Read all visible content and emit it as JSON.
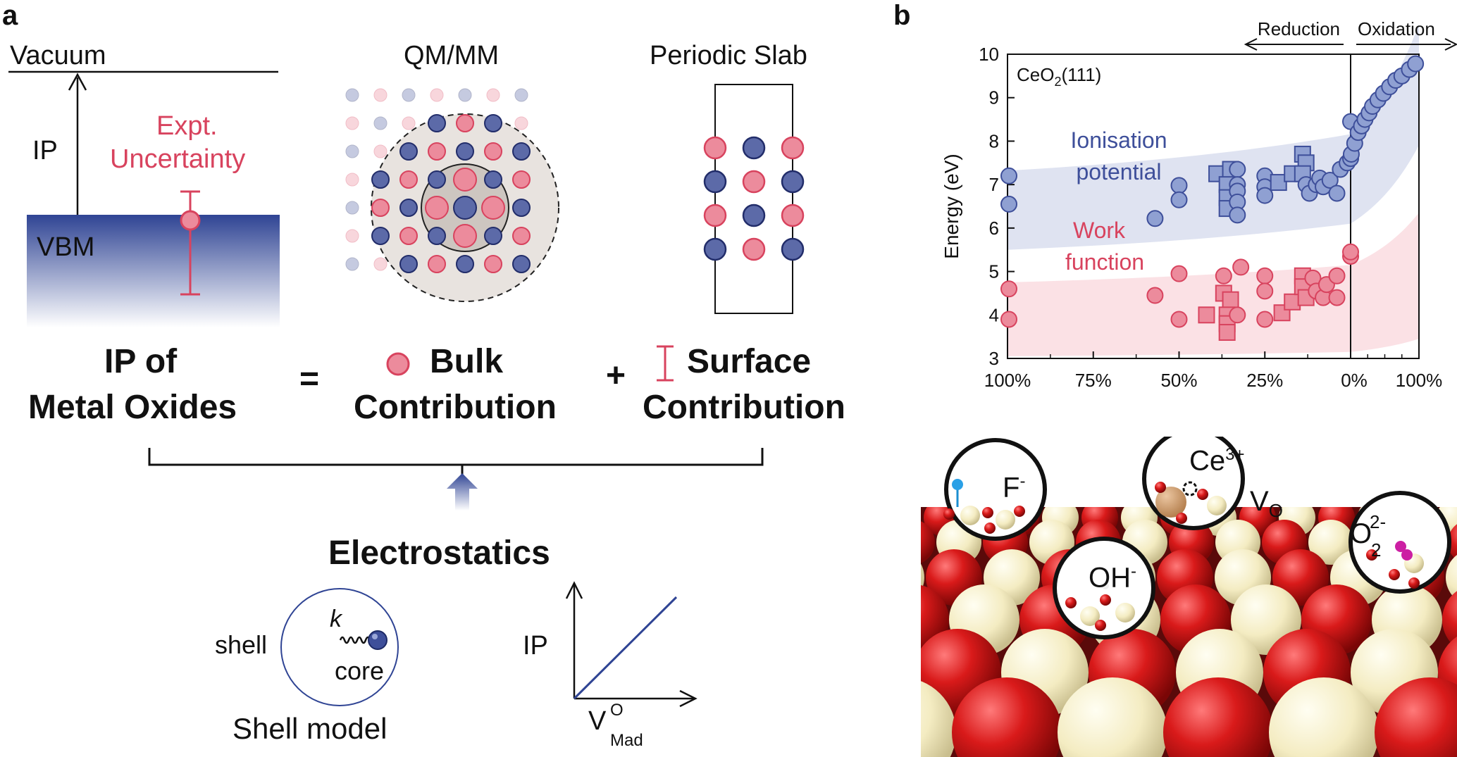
{
  "panel_a": {
    "letter": "a",
    "vacuum": "Vacuum",
    "ip": "IP",
    "vbm": "VBM",
    "expt_uncertainty_line1": "Expt.",
    "expt_uncertainty_line2": "Uncertainty",
    "qmmm_title": "QM/MM",
    "slab_title": "Periodic Slab",
    "eq_left_line1": "IP of",
    "eq_left_line2": "Metal Oxides",
    "equals": "=",
    "bulk_line1": "Bulk",
    "bulk_line2": "Contribution",
    "plus": "+",
    "surface_line1": "Surface",
    "surface_line2": "Contribution",
    "electrostatics": "Electrostatics",
    "shell": "shell",
    "core": "core",
    "spring_k": "k",
    "shell_model": "Shell model",
    "plot_ip": "IP",
    "plot_x_main": "V",
    "plot_x_sup": "O",
    "plot_x_sub": "Mad"
  },
  "panel_b": {
    "letter": "b",
    "reduction": "Reduction",
    "oxidation": "Oxidation",
    "surface_label_main": "CeO",
    "surface_label_sub": "2",
    "surface_label_tail": "(111)",
    "band_ip_line1": "Ionisation",
    "band_ip_line2": "potential",
    "band_wf_line1": "Work",
    "band_wf_line2": "function",
    "inset_f": "F",
    "inset_f_sup": "-",
    "inset_ce": "Ce",
    "inset_ce_sup": "3+",
    "inset_vo": "V",
    "inset_vo_sub": "O",
    "inset_oh": "OH",
    "inset_oh_sup": "-",
    "inset_o2": "O",
    "inset_o2_sup": "2-",
    "inset_o2_sub": "2"
  },
  "colors": {
    "blue": "#3e4f9a",
    "red": "#d8435e",
    "blue_fill": "#8fa0d2",
    "red_fill": "#ec8b9c",
    "blue_band": "#dfe3f1",
    "red_band": "#fbe1e5"
  },
  "chart_data": {
    "type": "scatter",
    "title": "",
    "xlabel": "",
    "ylabel": "Energy (eV)",
    "ylim": [
      3,
      10
    ],
    "yticks": [
      3,
      4,
      5,
      6,
      7,
      8,
      9,
      10
    ],
    "xtick_labels": [
      "100%",
      "75%",
      "50%",
      "25%",
      "0%",
      "100%"
    ],
    "x_axis_note": "x = percent reduction left of 0% (Reduction), percent oxidation right of 0% (Oxidation)",
    "series": [
      {
        "name": "Ionisation potential",
        "points": [
          {
            "x": -100,
            "y": 7.2,
            "m": "c"
          },
          {
            "x": -100,
            "y": 6.55,
            "m": "c"
          },
          {
            "x": -57,
            "y": 6.22,
            "m": "c"
          },
          {
            "x": -50,
            "y": 6.98,
            "m": "c"
          },
          {
            "x": -50,
            "y": 6.65,
            "m": "c"
          },
          {
            "x": -39,
            "y": 7.25,
            "m": "s"
          },
          {
            "x": -35,
            "y": 7.35,
            "m": "s"
          },
          {
            "x": -36,
            "y": 7.0,
            "m": "s"
          },
          {
            "x": -36,
            "y": 6.7,
            "m": "s"
          },
          {
            "x": -36,
            "y": 6.45,
            "m": "s"
          },
          {
            "x": -33,
            "y": 7.35,
            "m": "c"
          },
          {
            "x": -33,
            "y": 7.0,
            "m": "c"
          },
          {
            "x": -33,
            "y": 6.85,
            "m": "c"
          },
          {
            "x": -33,
            "y": 6.6,
            "m": "c"
          },
          {
            "x": -33,
            "y": 6.3,
            "m": "c"
          },
          {
            "x": -25,
            "y": 7.2,
            "m": "c"
          },
          {
            "x": -25,
            "y": 6.95,
            "m": "c"
          },
          {
            "x": -25,
            "y": 6.75,
            "m": "c"
          },
          {
            "x": -21,
            "y": 7.05,
            "m": "s"
          },
          {
            "x": -17,
            "y": 7.25,
            "m": "s"
          },
          {
            "x": -14,
            "y": 7.7,
            "m": "s"
          },
          {
            "x": -13,
            "y": 7.5,
            "m": "s"
          },
          {
            "x": -14,
            "y": 7.25,
            "m": "s"
          },
          {
            "x": -13,
            "y": 7.0,
            "m": "c"
          },
          {
            "x": -12,
            "y": 6.8,
            "m": "c"
          },
          {
            "x": -10,
            "y": 7.0,
            "m": "c"
          },
          {
            "x": -9,
            "y": 7.15,
            "m": "c"
          },
          {
            "x": -8,
            "y": 6.95,
            "m": "c"
          },
          {
            "x": -6,
            "y": 7.1,
            "m": "c"
          },
          {
            "x": -4,
            "y": 6.8,
            "m": "c"
          },
          {
            "x": -3,
            "y": 7.35,
            "m": "c"
          },
          {
            "x": -1,
            "y": 7.5,
            "m": "c"
          },
          {
            "x": 0,
            "y": 7.6,
            "m": "c"
          },
          {
            "x": 0,
            "y": 8.45,
            "m": "c"
          },
          {
            "x": 1,
            "y": 7.7,
            "m": "c"
          },
          {
            "x": 6,
            "y": 7.95,
            "m": "c"
          },
          {
            "x": 11,
            "y": 8.2,
            "m": "c"
          },
          {
            "x": 16,
            "y": 8.35,
            "m": "c"
          },
          {
            "x": 21,
            "y": 8.5,
            "m": "c"
          },
          {
            "x": 27,
            "y": 8.65,
            "m": "c"
          },
          {
            "x": 32,
            "y": 8.8,
            "m": "c"
          },
          {
            "x": 40,
            "y": 8.95,
            "m": "c"
          },
          {
            "x": 48,
            "y": 9.1,
            "m": "c"
          },
          {
            "x": 57,
            "y": 9.25,
            "m": "c"
          },
          {
            "x": 66,
            "y": 9.4,
            "m": "c"
          },
          {
            "x": 75,
            "y": 9.5,
            "m": "c"
          },
          {
            "x": 86,
            "y": 9.65,
            "m": "c"
          },
          {
            "x": 95,
            "y": 9.78,
            "m": "c"
          }
        ]
      },
      {
        "name": "Work function",
        "points": [
          {
            "x": -100,
            "y": 4.6,
            "m": "c"
          },
          {
            "x": -100,
            "y": 3.9,
            "m": "c"
          },
          {
            "x": -57,
            "y": 4.45,
            "m": "c"
          },
          {
            "x": -50,
            "y": 4.95,
            "m": "c"
          },
          {
            "x": -50,
            "y": 3.9,
            "m": "c"
          },
          {
            "x": -42,
            "y": 4.0,
            "m": "s"
          },
          {
            "x": -37,
            "y": 4.5,
            "m": "s"
          },
          {
            "x": -35,
            "y": 4.35,
            "m": "s"
          },
          {
            "x": -36,
            "y": 4.0,
            "m": "s"
          },
          {
            "x": -36,
            "y": 3.8,
            "m": "s"
          },
          {
            "x": -36,
            "y": 3.6,
            "m": "s"
          },
          {
            "x": -37,
            "y": 4.9,
            "m": "c"
          },
          {
            "x": -32,
            "y": 5.1,
            "m": "c"
          },
          {
            "x": -33,
            "y": 4.0,
            "m": "c"
          },
          {
            "x": -25,
            "y": 4.9,
            "m": "c"
          },
          {
            "x": -25,
            "y": 4.55,
            "m": "c"
          },
          {
            "x": -25,
            "y": 3.9,
            "m": "c"
          },
          {
            "x": -20,
            "y": 4.05,
            "m": "s"
          },
          {
            "x": -17,
            "y": 4.3,
            "m": "s"
          },
          {
            "x": -14,
            "y": 4.9,
            "m": "s"
          },
          {
            "x": -14,
            "y": 4.65,
            "m": "s"
          },
          {
            "x": -13,
            "y": 4.4,
            "m": "s"
          },
          {
            "x": -11,
            "y": 4.85,
            "m": "c"
          },
          {
            "x": -10,
            "y": 4.55,
            "m": "c"
          },
          {
            "x": -8,
            "y": 4.4,
            "m": "c"
          },
          {
            "x": -7,
            "y": 4.7,
            "m": "c"
          },
          {
            "x": -4,
            "y": 4.9,
            "m": "c"
          },
          {
            "x": -4,
            "y": 4.4,
            "m": "c"
          },
          {
            "x": 0,
            "y": 5.35,
            "m": "c"
          },
          {
            "x": 0,
            "y": 5.45,
            "m": "c"
          }
        ]
      }
    ]
  }
}
